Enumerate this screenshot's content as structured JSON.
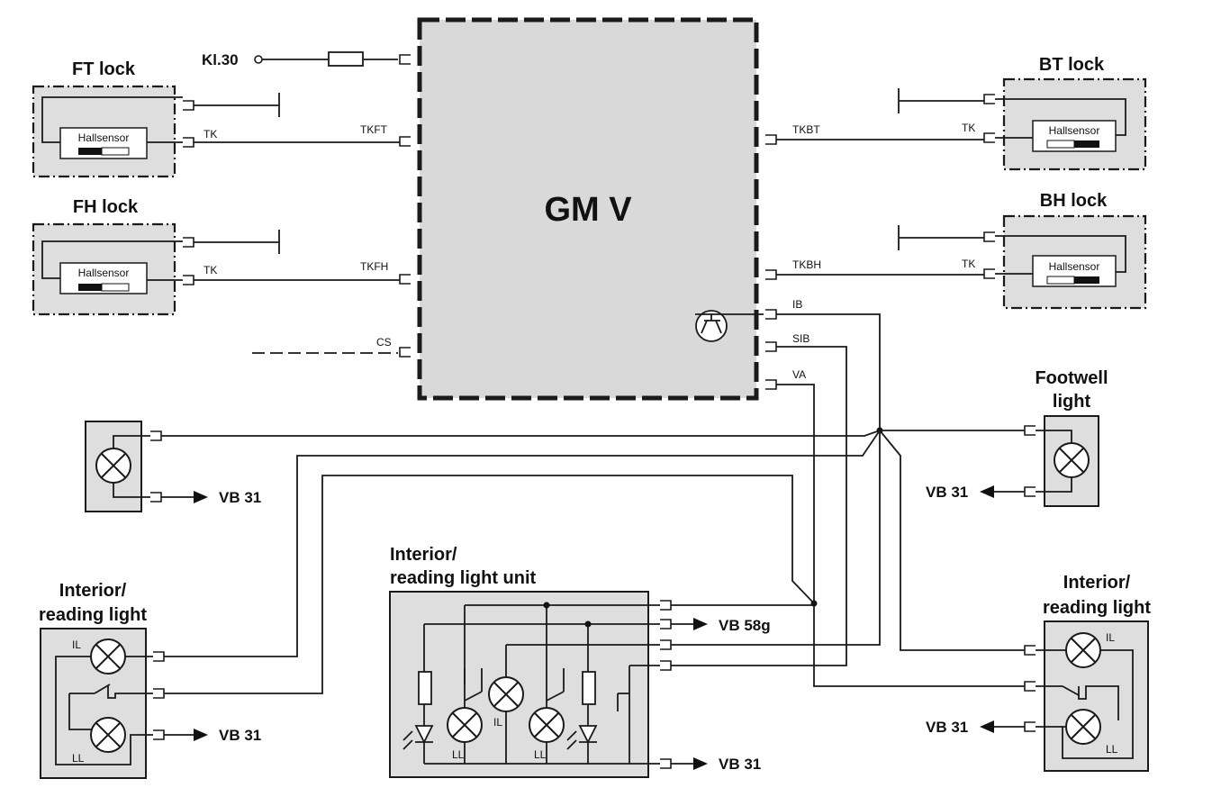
{
  "control_unit": {
    "name": "GM V"
  },
  "terminal_kl30": "Kl.30",
  "locks": {
    "ft": {
      "title": "FT lock",
      "sensor": "Hallsensor",
      "pin": "TK",
      "gm_pin": "TKFT"
    },
    "fh": {
      "title": "FH lock",
      "sensor": "Hallsensor",
      "pin": "TK",
      "gm_pin": "TKFH"
    },
    "bt": {
      "title": "BT lock",
      "sensor": "Hallsensor",
      "pin": "TK",
      "gm_pin": "TKBT"
    },
    "bh": {
      "title": "BH lock",
      "sensor": "Hallsensor",
      "pin": "TK",
      "gm_pin": "TKBH"
    }
  },
  "gm_pins": {
    "cs": "CS",
    "ib": "IB",
    "sib": "SIB",
    "va": "VA"
  },
  "footwell": {
    "title_line1": "Footwell",
    "title_line2": "light",
    "ground": "VB 31"
  },
  "left_lamp_ground": "VB 31",
  "interior_left": {
    "title_line1": "Interior/",
    "title_line2": "reading light",
    "il": "IL",
    "ll": "LL",
    "ground": "VB 31"
  },
  "interior_right": {
    "title_line1": "Interior/",
    "title_line2": "reading light",
    "il": "IL",
    "ll": "LL",
    "ground": "VB 31"
  },
  "unit": {
    "title_line1": "Interior/",
    "title_line2": "reading light unit",
    "il": "IL",
    "ll_a": "LL",
    "ll_b": "LL",
    "supply": "VB 58g",
    "ground": "VB 31"
  }
}
